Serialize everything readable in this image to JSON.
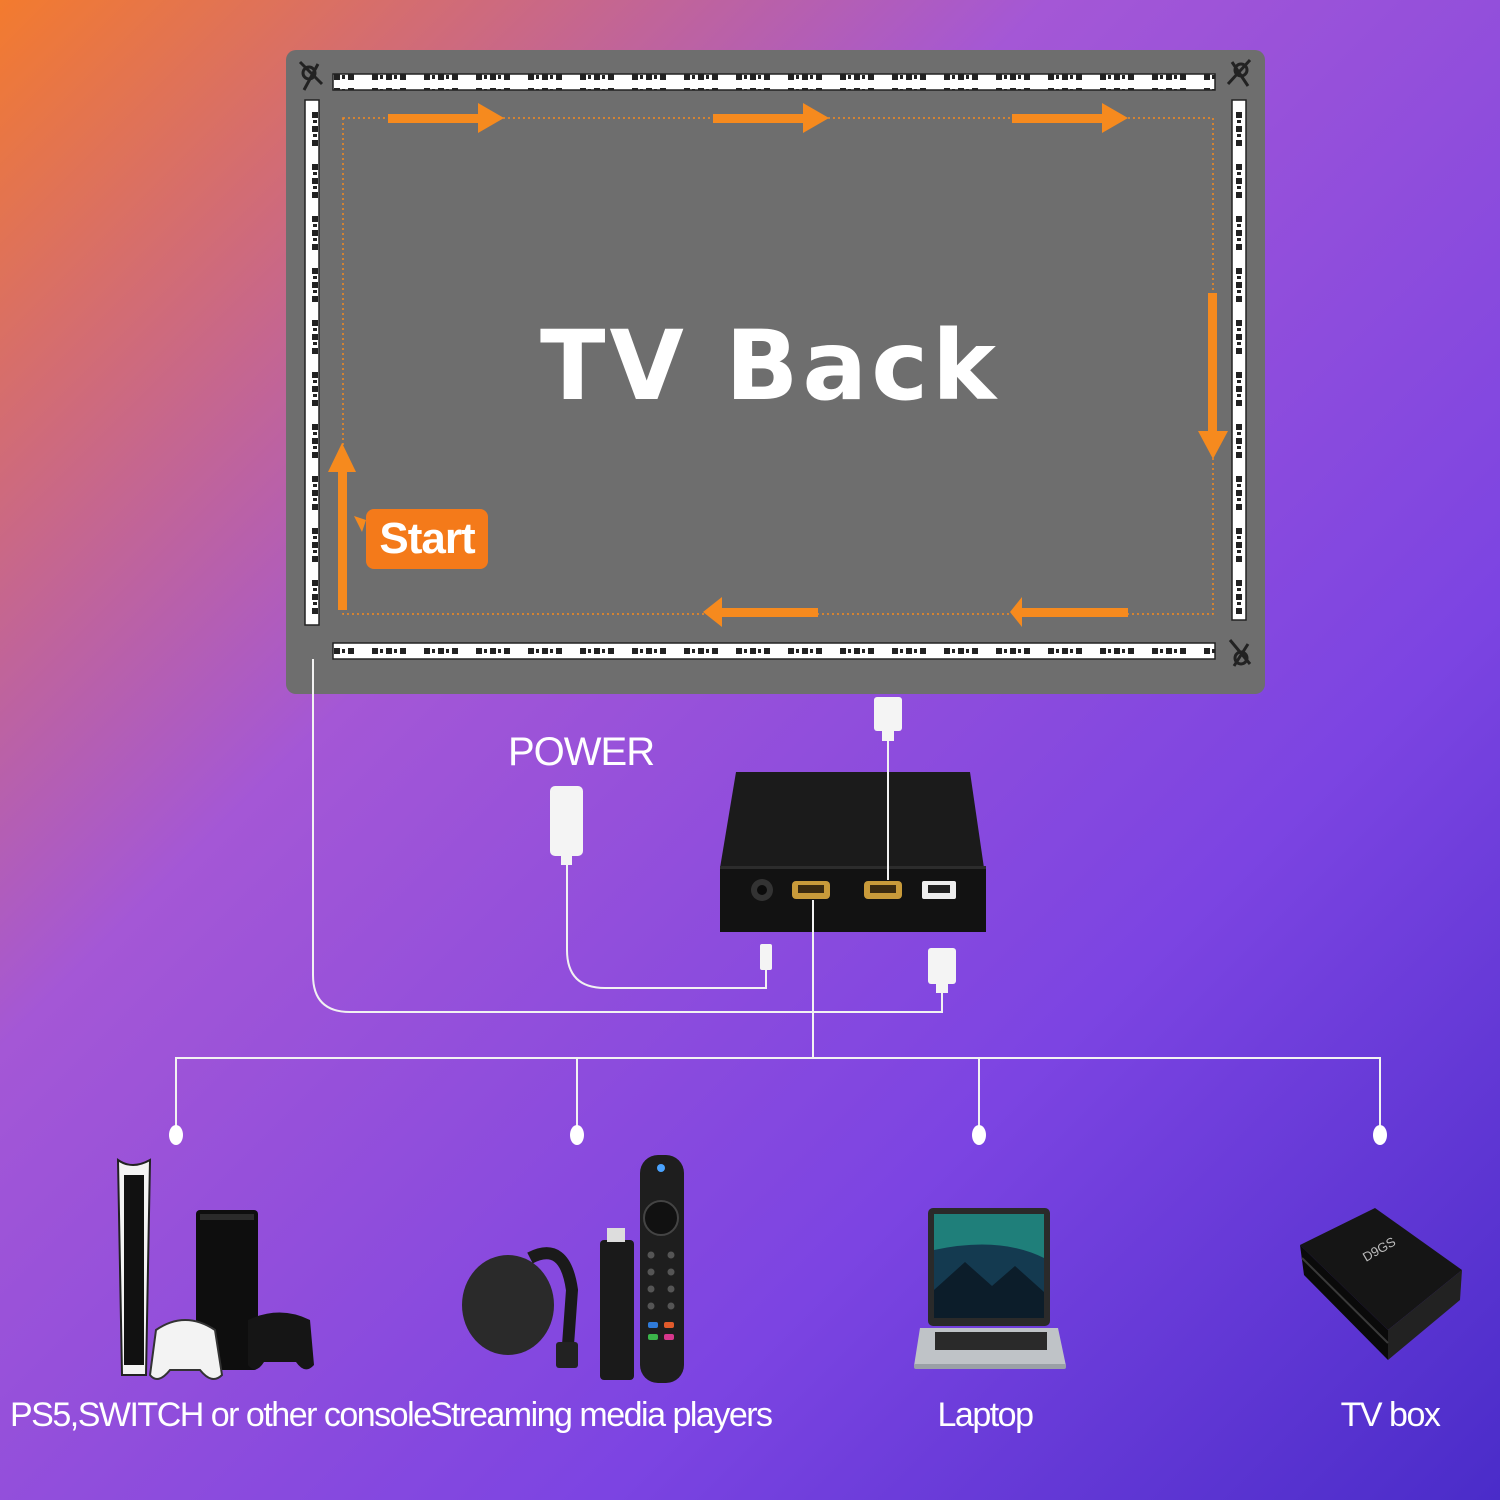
{
  "tv": {
    "title": "TV Back"
  },
  "start": {
    "label": "Start"
  },
  "power": {
    "label": "POWER"
  },
  "devices": [
    {
      "label": "PS5,SWITCH or other console"
    },
    {
      "label": "Streaming media players"
    },
    {
      "label": "Laptop"
    },
    {
      "label": "TV box"
    }
  ],
  "colors": {
    "tv_panel": "#6e6e6e",
    "arrow": "#f68a1e",
    "start_badge": "#f47a1a",
    "wire": "#f2f2f2",
    "box": "#161616",
    "background_top_left": "#f37b2e",
    "background_center": "#8f4fdc",
    "background_bottom_right": "#4a2cc9"
  }
}
